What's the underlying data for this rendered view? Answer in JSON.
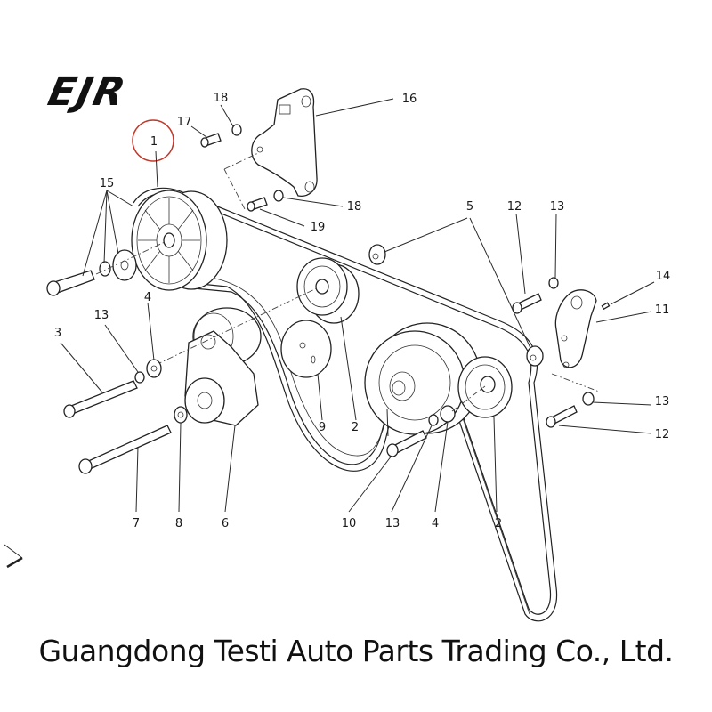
{
  "logo": {
    "text": "EJR"
  },
  "footer": {
    "company": "Guangdong Testi Auto Parts Trading Co., Ltd."
  },
  "highlight": {
    "part": "1",
    "color": "#c0392b"
  },
  "callouts": {
    "c1": "1",
    "c2a": "2",
    "c2b": "2",
    "c3": "3",
    "c4a": "4",
    "c4b": "4",
    "c5": "5",
    "c6": "6",
    "c7": "7",
    "c8": "8",
    "c9": "9",
    "c10": "10",
    "c11": "11",
    "c12a": "12",
    "c12b": "12",
    "c13a": "13",
    "c13b": "13",
    "c13c": "13",
    "c13d": "13",
    "c14": "14",
    "c15": "15",
    "c16": "16",
    "c17": "17",
    "c18a": "18",
    "c18b": "18",
    "c19": "19"
  }
}
